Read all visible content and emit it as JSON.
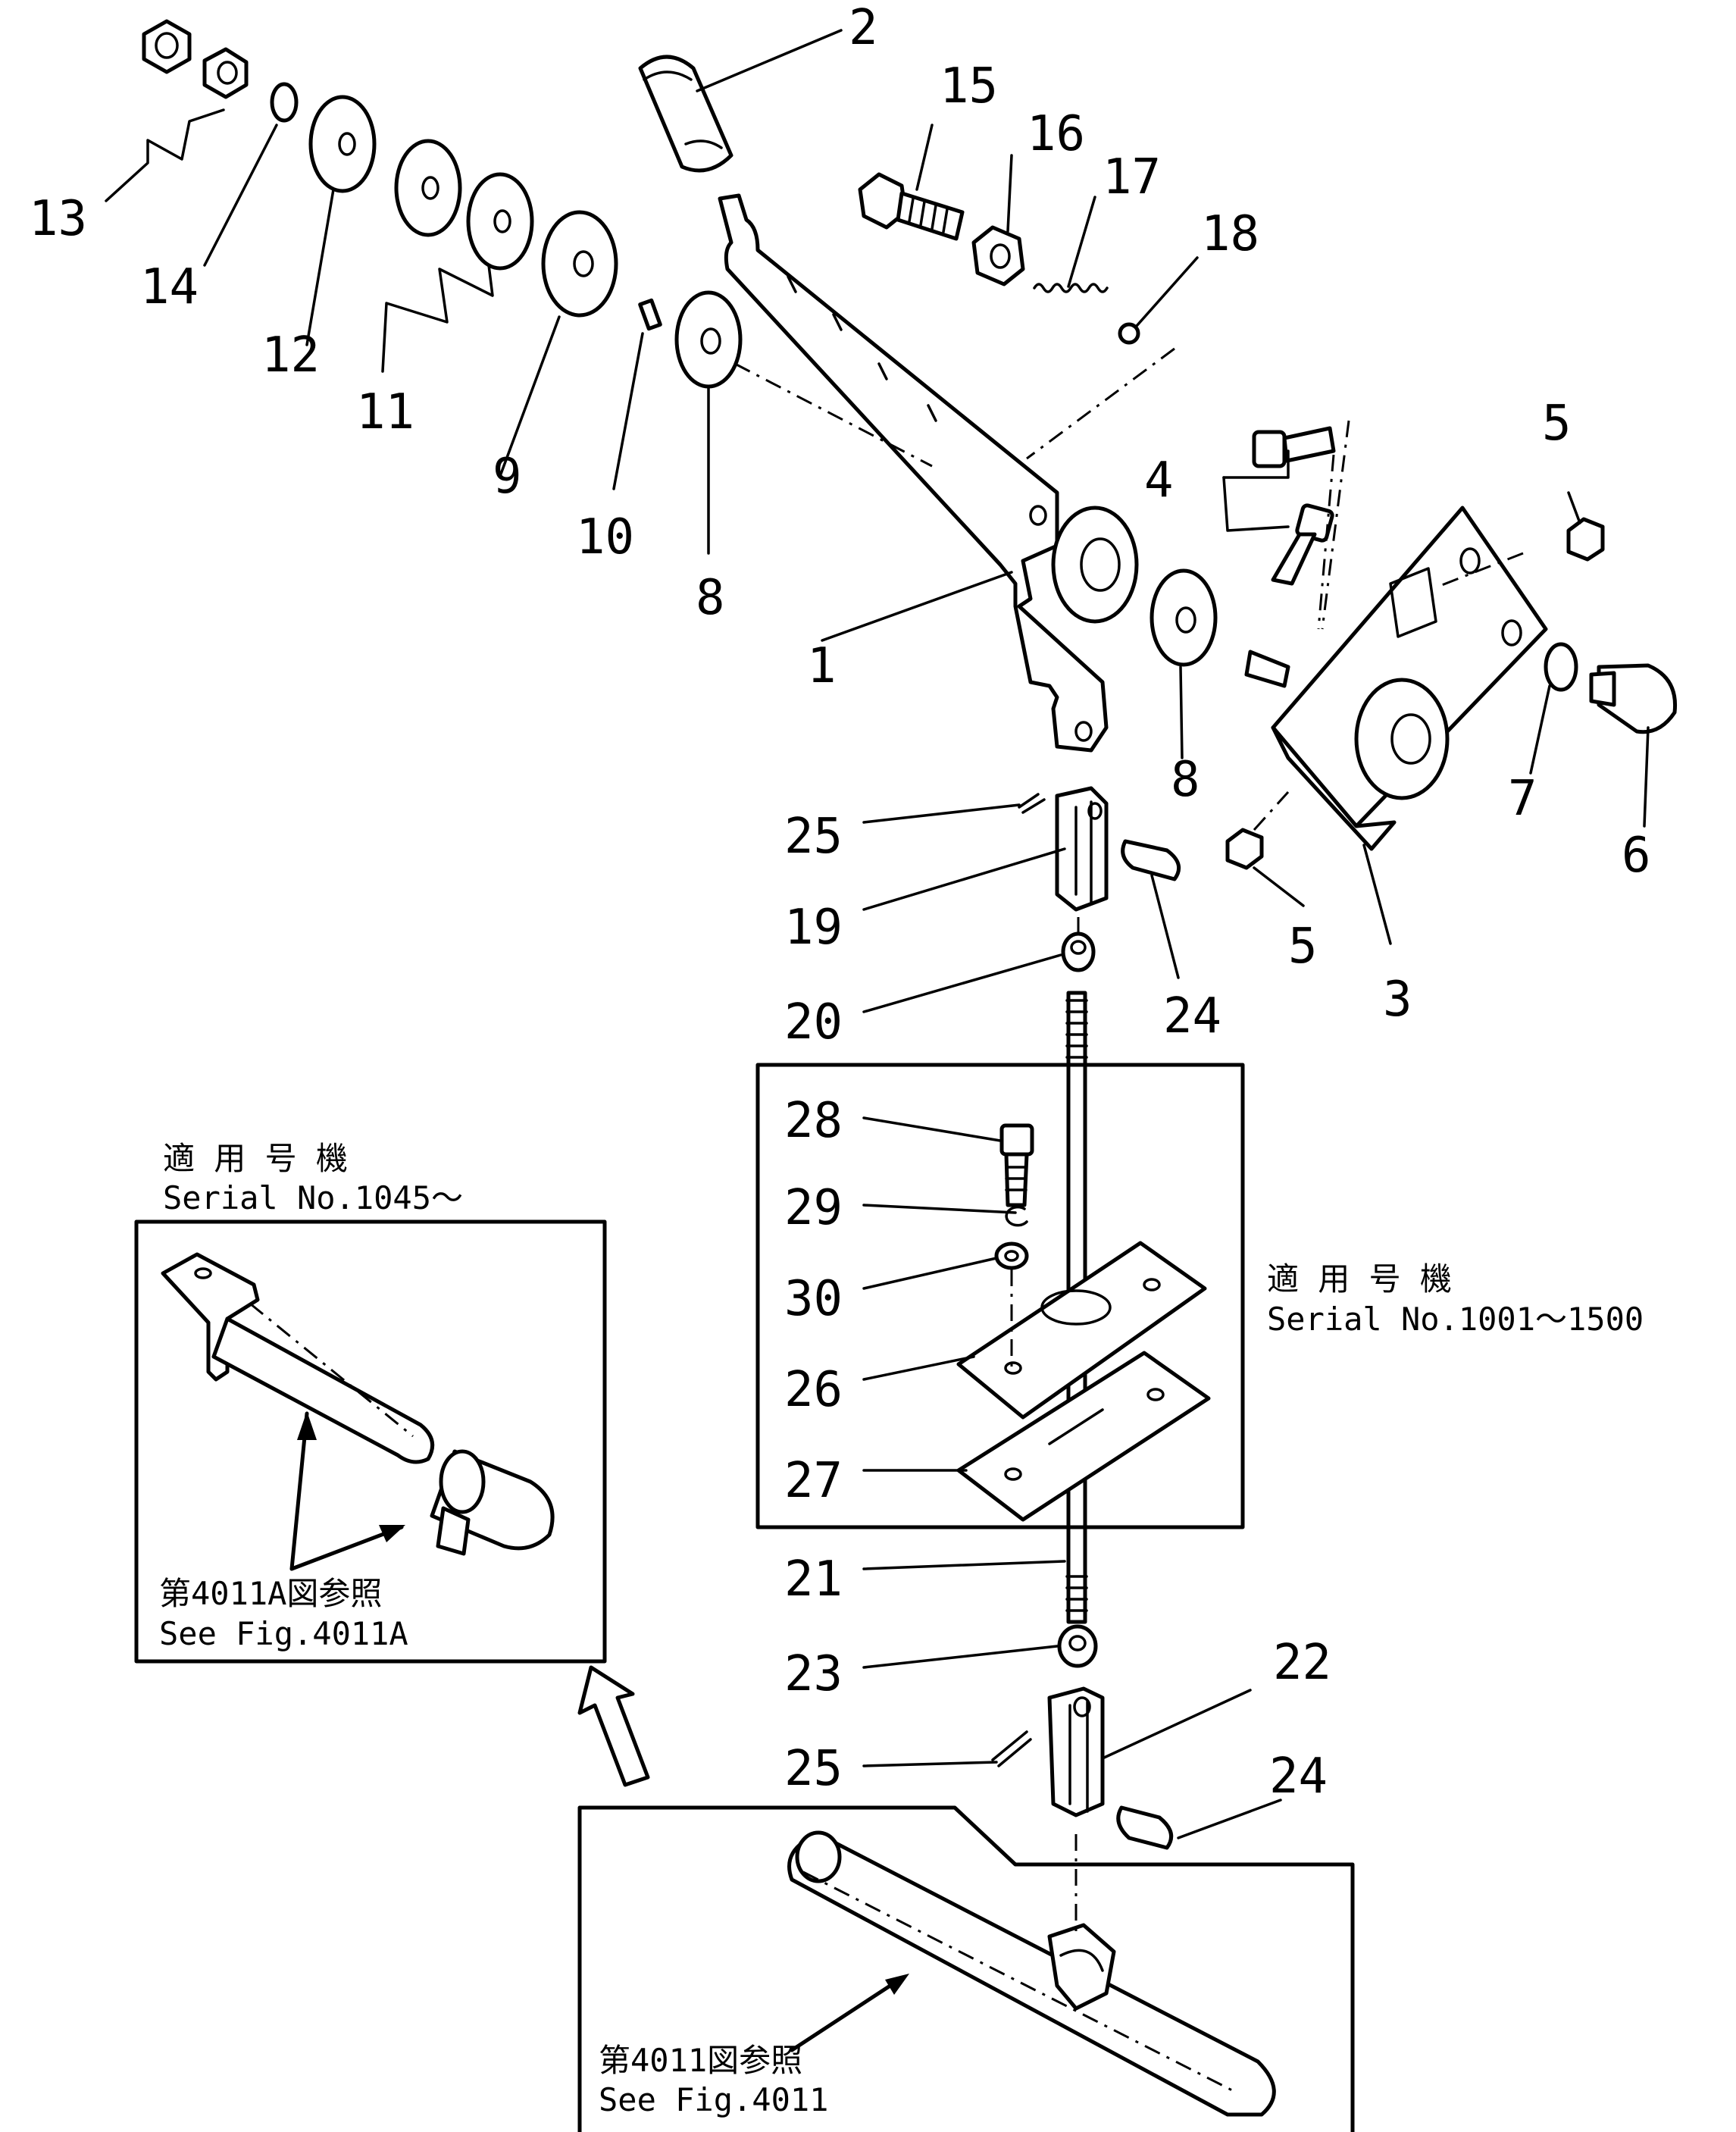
{
  "callouts": [
    {
      "id": "c1",
      "text": "1"
    },
    {
      "id": "c2",
      "text": "2"
    },
    {
      "id": "c3",
      "text": "3"
    },
    {
      "id": "c4",
      "text": "4"
    },
    {
      "id": "c5a",
      "text": "5"
    },
    {
      "id": "c5b",
      "text": "5"
    },
    {
      "id": "c6",
      "text": "6"
    },
    {
      "id": "c7",
      "text": "7"
    },
    {
      "id": "c8a",
      "text": "8"
    },
    {
      "id": "c8b",
      "text": "8"
    },
    {
      "id": "c9",
      "text": "9"
    },
    {
      "id": "c10",
      "text": "10"
    },
    {
      "id": "c11",
      "text": "11"
    },
    {
      "id": "c12",
      "text": "12"
    },
    {
      "id": "c13",
      "text": "13"
    },
    {
      "id": "c14",
      "text": "14"
    },
    {
      "id": "c15",
      "text": "15"
    },
    {
      "id": "c16",
      "text": "16"
    },
    {
      "id": "c17",
      "text": "17"
    },
    {
      "id": "c18",
      "text": "18"
    },
    {
      "id": "c19",
      "text": "19"
    },
    {
      "id": "c20",
      "text": "20"
    },
    {
      "id": "c21",
      "text": "21"
    },
    {
      "id": "c22",
      "text": "22"
    },
    {
      "id": "c23",
      "text": "23"
    },
    {
      "id": "c24a",
      "text": "24"
    },
    {
      "id": "c24b",
      "text": "24"
    },
    {
      "id": "c25a",
      "text": "25"
    },
    {
      "id": "c25b",
      "text": "25"
    },
    {
      "id": "c26",
      "text": "26"
    },
    {
      "id": "c27",
      "text": "27"
    },
    {
      "id": "c28",
      "text": "28"
    },
    {
      "id": "c29",
      "text": "29"
    },
    {
      "id": "c30",
      "text": "30"
    }
  ],
  "notes": {
    "serial_left_jp": "適 用 号 機",
    "serial_left_en": "Serial No.1045～",
    "serial_right_jp": "適 用 号 機",
    "serial_right_en": "Serial No.1001～1500",
    "ref_4011a_jp": "第4011A図参照",
    "ref_4011a_en": "See Fig.4011A",
    "ref_4011_jp": "第4011図参照",
    "ref_4011_en": "See Fig.4011"
  }
}
